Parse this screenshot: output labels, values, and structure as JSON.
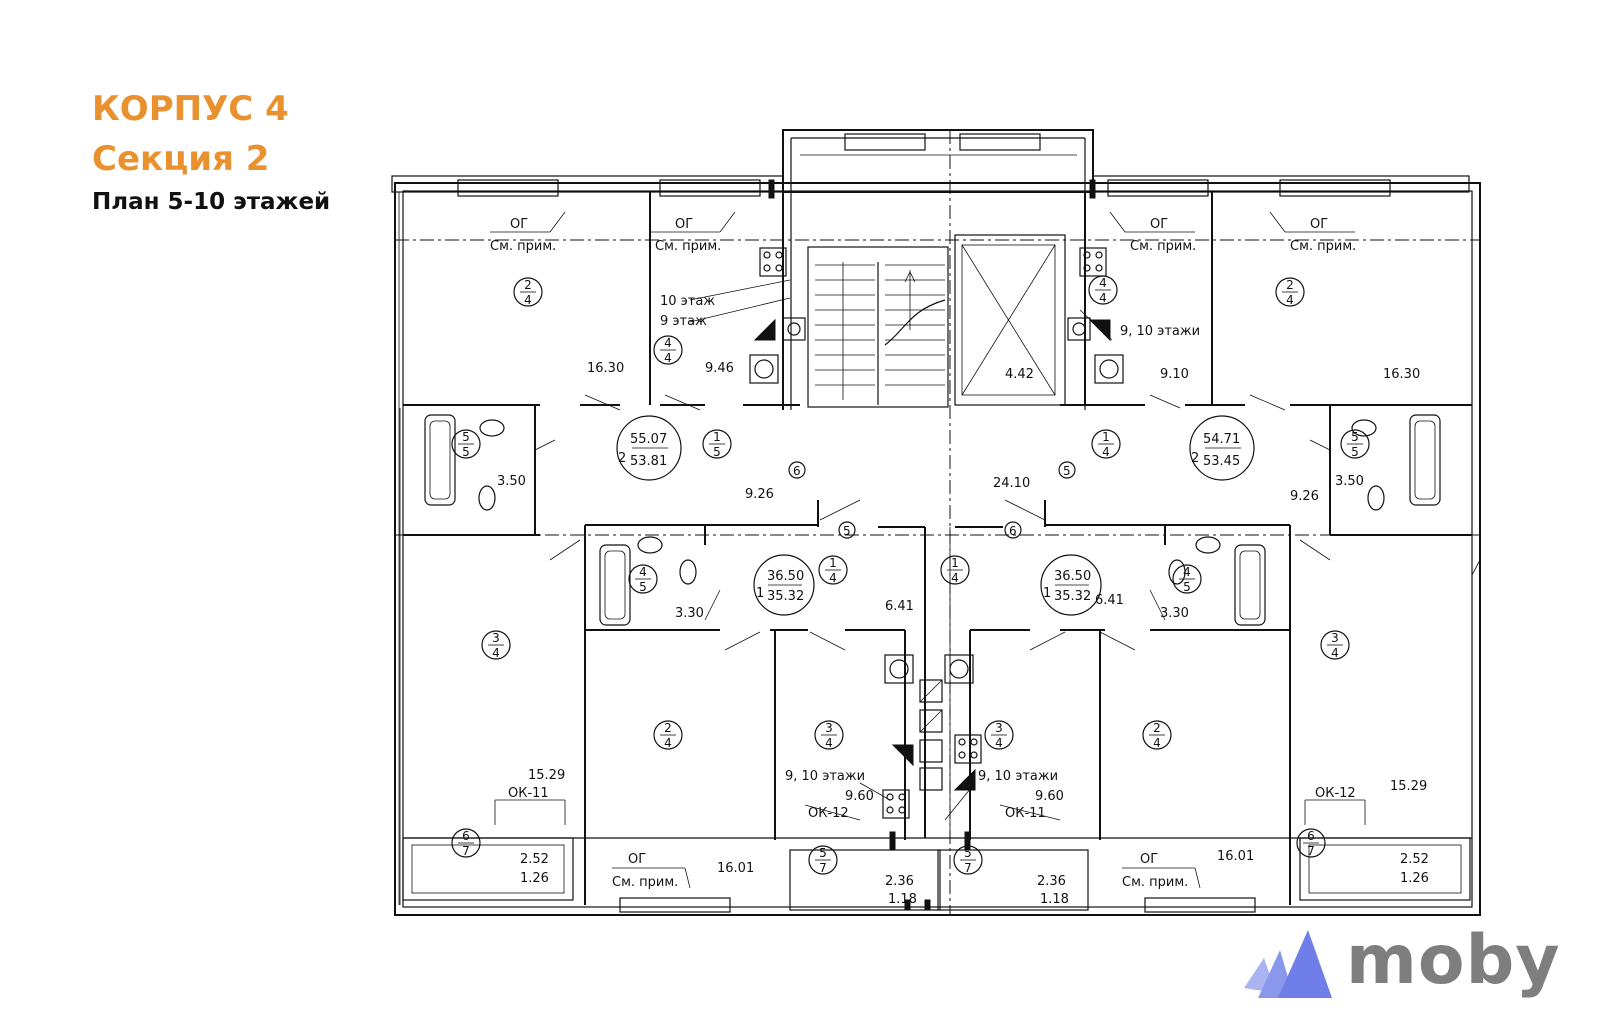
{
  "header": {
    "building": "КОРПУС 4",
    "section": "Секция 2",
    "plan": "План 5-10 этажей"
  },
  "colors": {
    "title_orange": "#e8912e",
    "logo_gray": "#7e7e7e",
    "logo_blue": "#6f7ee8",
    "line": "#111111"
  },
  "plan_notes": {
    "og": "ОГ",
    "sm_prim": "См. прим.",
    "floor10": "10 этаж",
    "floor9": "9 этаж",
    "floors_9_10": "9, 10 этажи",
    "ok11": "ОК-11",
    "ok12": "ОК-12"
  },
  "apartments": [
    {
      "rooms": "2",
      "total": "55.07",
      "living": "53.81"
    },
    {
      "rooms": "2",
      "total": "54.71",
      "living": "53.45"
    },
    {
      "rooms": "1",
      "total": "36.50",
      "living": "35.32"
    },
    {
      "rooms": "1",
      "total": "36.50",
      "living": "35.32"
    }
  ],
  "areas": {
    "tl_room": "16.30",
    "tl_kitchen": "9.46",
    "tr_kitchen": "9.10",
    "tr_room": "16.30",
    "stair_corr": "4.42",
    "bath_l": "3.50",
    "bath_r": "3.50",
    "hall_l": "9.26",
    "hall_r": "9.26",
    "corridor": "24.10",
    "bath_cl": "3.30",
    "hall_cl": "6.41",
    "hall_cr": "6.41",
    "bath_cr": "3.30",
    "room_bl": "15.29",
    "room_br": "15.29",
    "room_cl": "16.01",
    "room_cr": "16.01",
    "kitchen_cl": "9.60",
    "kitchen_cr": "9.60",
    "loggia_l_1": "2.52",
    "loggia_l_2": "1.26",
    "loggia_r_1": "2.52",
    "loggia_r_2": "1.26",
    "balc_cl_1": "2.36",
    "balc_cl_2": "1.18",
    "balc_cr_1": "2.36",
    "balc_cr_2": "1.18"
  },
  "markers": {
    "m1": {
      "top": "2",
      "bottom": "4"
    },
    "m2": {
      "top": "4",
      "bottom": "4"
    },
    "m3": {
      "top": "4",
      "bottom": "4"
    },
    "m4": {
      "top": "2",
      "bottom": "4"
    },
    "m5": {
      "top": "5",
      "bottom": "5"
    },
    "m6": {
      "top": "1",
      "bottom": "5"
    },
    "m7": {
      "top": "1",
      "bottom": "4"
    },
    "m8": {
      "top": "5",
      "bottom": "5"
    },
    "m9": {
      "top": "4",
      "bottom": "5"
    },
    "m10": {
      "top": "1",
      "bottom": "4"
    },
    "m11": {
      "top": "1",
      "bottom": "4"
    },
    "m12": {
      "top": "4",
      "bottom": "5"
    },
    "m13": {
      "top": "3",
      "bottom": "4"
    },
    "m14": {
      "top": "2",
      "bottom": "4"
    },
    "m15": {
      "top": "3",
      "bottom": "4"
    },
    "m16": {
      "top": "3",
      "bottom": "4"
    },
    "m17": {
      "top": "2",
      "bottom": "4"
    },
    "m18": {
      "top": "3",
      "bottom": "4"
    },
    "m19": {
      "top": "6",
      "bottom": "7"
    },
    "m20": {
      "top": "5",
      "bottom": "7"
    },
    "m21": {
      "top": "5",
      "bottom": "7"
    },
    "m22": {
      "top": "6",
      "bottom": "7"
    }
  },
  "axis_marks": {
    "a1": "6",
    "a2": "5",
    "a3": "5",
    "a4": "6"
  },
  "logo": {
    "text": "moby"
  }
}
